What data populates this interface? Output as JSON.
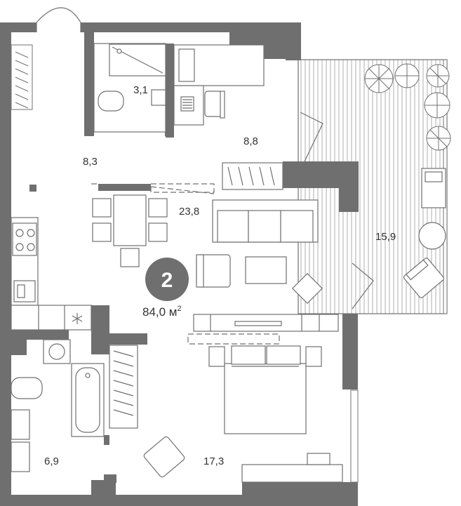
{
  "colors": {
    "wall": "#6f6f70",
    "line": "#707070",
    "badge": "#6f6f70",
    "badge_text": "#ffffff",
    "text": "#333333"
  },
  "apartment": {
    "rooms_count": "2",
    "total_area": "84,0 м",
    "total_area_sup": "2"
  },
  "rooms": [
    {
      "id": "bathroom-small",
      "area": "3,1"
    },
    {
      "id": "hallway",
      "area": "8,3"
    },
    {
      "id": "study",
      "area": "8,8"
    },
    {
      "id": "living-kitchen",
      "area": "23,8"
    },
    {
      "id": "balcony",
      "area": "15,9"
    },
    {
      "id": "bathroom-large",
      "area": "6,9"
    },
    {
      "id": "bedroom",
      "area": "17,3"
    }
  ]
}
